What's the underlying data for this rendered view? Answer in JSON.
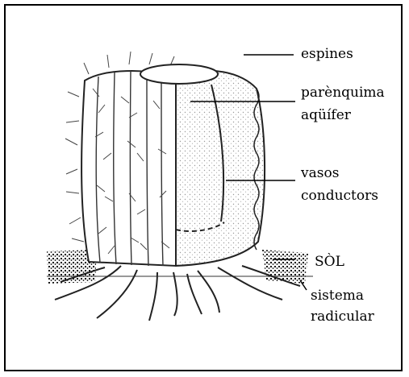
{
  "labels": {
    "spines": "espines",
    "parenchyma_line1": "parènquima",
    "parenchyma_line2": "aqüífer",
    "vessels_line1": "vasos",
    "vessels_line2": "conductors",
    "soil": "SÒL",
    "roots_line1": "sistema",
    "roots_line2": "radicular"
  },
  "colors": {
    "ink": "#000000",
    "paper": "#ffffff",
    "stipple": "#b8b8b8",
    "hatch": "#555555"
  }
}
